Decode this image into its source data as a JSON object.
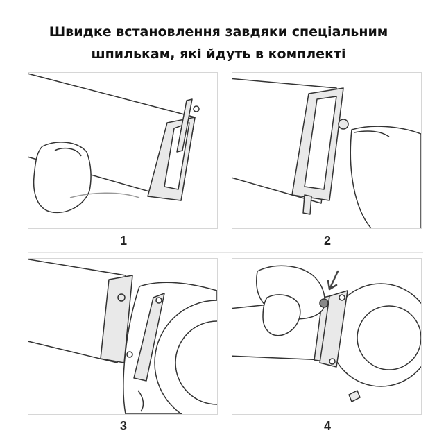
{
  "title": {
    "line1": "Швидке встановлення завдяки спеціальним",
    "line2": "шпилькам, які йдуть в комплекті"
  },
  "steps": [
    {
      "number": "1"
    },
    {
      "number": "2"
    },
    {
      "number": "3"
    },
    {
      "number": "4"
    }
  ],
  "colors": {
    "line": "#333333",
    "strap_fill": "#ffffff",
    "metal_fill": "#e9e9e9",
    "panel_border": "#d6d6d6",
    "arrow": "#444444"
  }
}
